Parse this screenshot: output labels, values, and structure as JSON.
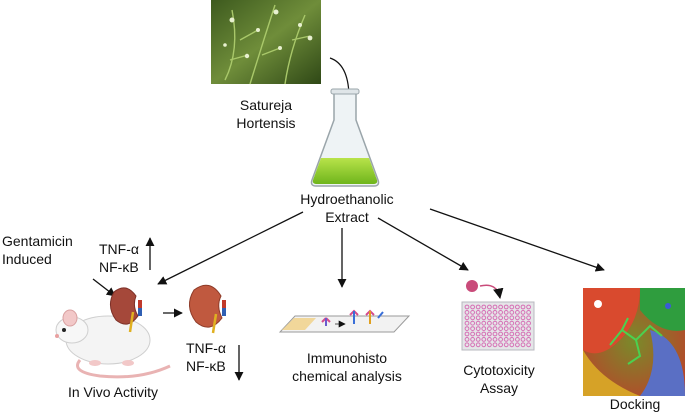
{
  "plant": {
    "line1": "Satureja",
    "line2": "Hortensis"
  },
  "extract": {
    "line1": "Hydroethanolic",
    "line2": "Extract"
  },
  "induction": {
    "line1": "Gentamicin",
    "line2": "Induced"
  },
  "markers_up": {
    "line1": "TNF-α",
    "line2": "NF-κB"
  },
  "markers_down": {
    "line1": "TNF-α",
    "line2": "NF-κB"
  },
  "invivo": {
    "label": "In Vivo Activity"
  },
  "immuno": {
    "line1": "Immunohisto",
    "line2": "chemical analysis"
  },
  "cyto": {
    "line1": "Cytotoxicity",
    "line2": "Assay"
  },
  "docking": {
    "label": "Docking"
  },
  "colors": {
    "extract_green": "#8ccf2a",
    "kidney": "#b5533c",
    "well_pink": "#d66fb5",
    "arrow": "#111111"
  }
}
